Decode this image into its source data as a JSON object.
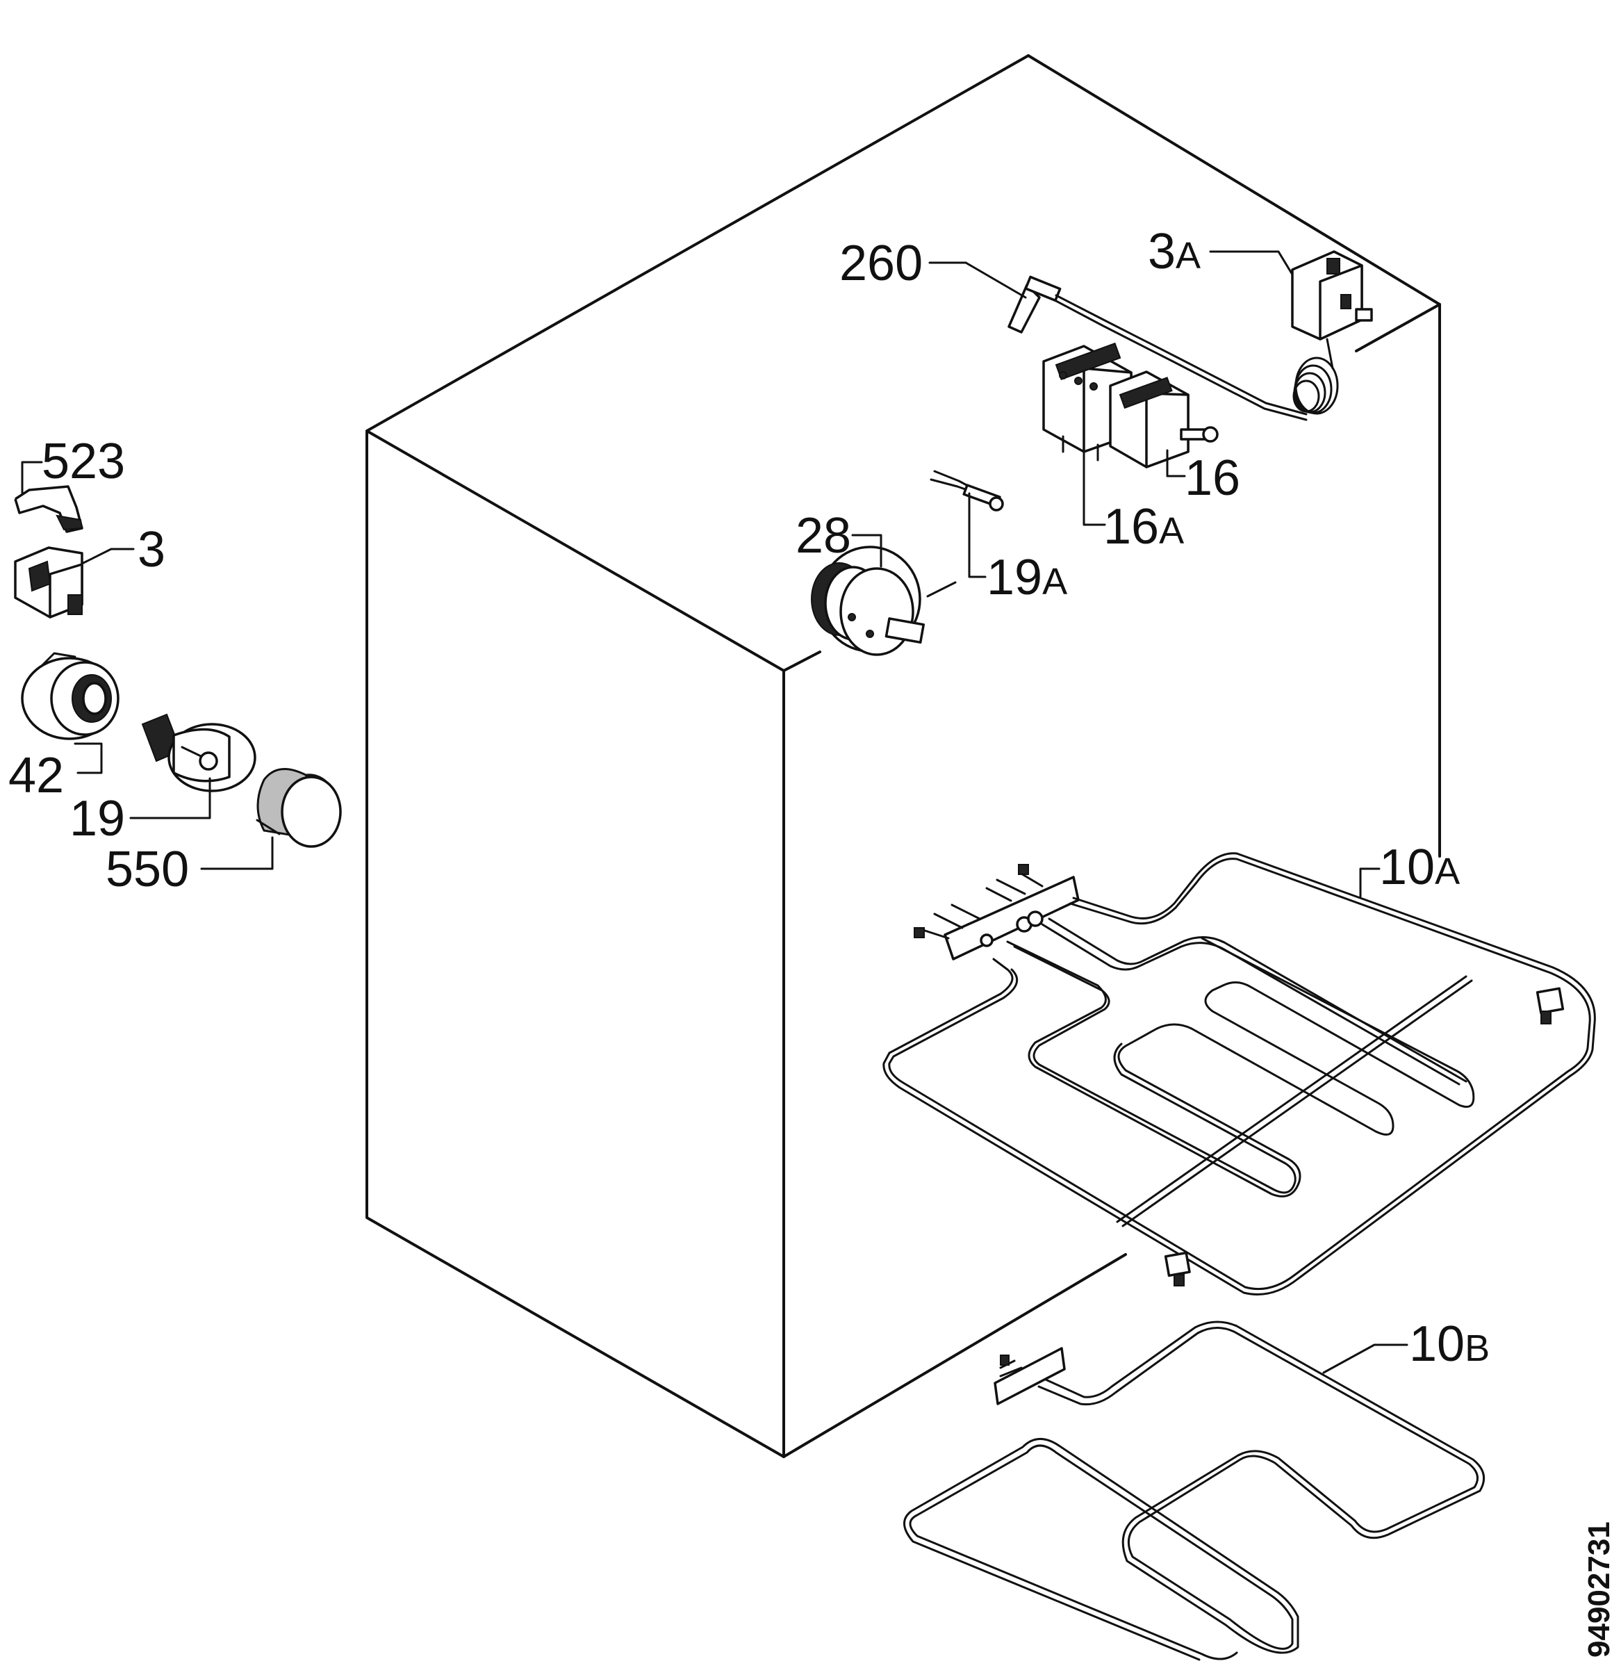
{
  "callouts": {
    "c260": {
      "num": "260",
      "suffix": ""
    },
    "c3A": {
      "num": "3",
      "suffix": "A"
    },
    "c16": {
      "num": "16",
      "suffix": ""
    },
    "c16A": {
      "num": "16",
      "suffix": "A"
    },
    "c28": {
      "num": "28",
      "suffix": ""
    },
    "c19A": {
      "num": "19",
      "suffix": "A"
    },
    "c523": {
      "num": "523",
      "suffix": ""
    },
    "c3": {
      "num": "3",
      "suffix": ""
    },
    "c42": {
      "num": "42",
      "suffix": ""
    },
    "c19": {
      "num": "19",
      "suffix": ""
    },
    "c550": {
      "num": "550",
      "suffix": ""
    },
    "c10A": {
      "num": "10",
      "suffix": "A"
    },
    "c10B": {
      "num": "10",
      "suffix": "B"
    }
  },
  "drawing_number": "94902731"
}
